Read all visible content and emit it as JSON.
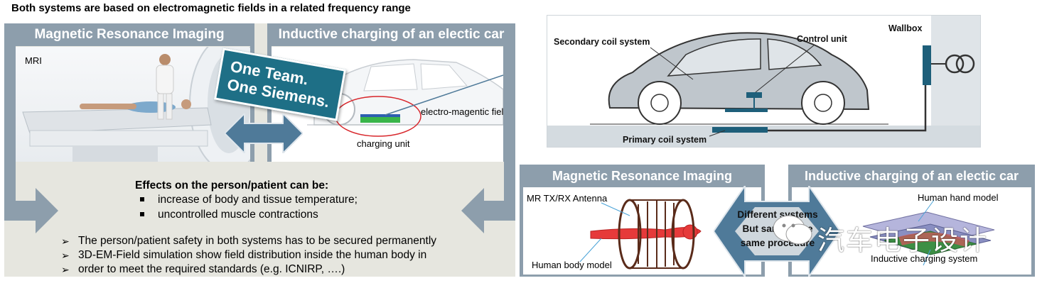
{
  "top_title": "Both systems are based on electromagnetic fields in a related frequency range",
  "left": {
    "mri_header": "Magnetic Resonance Imaging",
    "car_header": "Inductive charging of an electic car",
    "mri_label": "MRI",
    "badge_line1": "One Team.",
    "badge_line2": "One Siemens.",
    "field_label": "electro-magentic field",
    "charging_unit_label": "charging unit",
    "effects_title": "Effects on the person/patient can be:",
    "effects": [
      "increase of body and tissue temperature;",
      "uncontrolled muscle contractions"
    ],
    "conclusions": [
      "The person/patient safety in both systems has to be secured permanently",
      "3D-EM-Field simulation show field distribution inside the human body in",
      "order to meet the required standards (e.g. ICNIRP, ….)"
    ]
  },
  "right_top": {
    "secondary_coil": "Secondary coil system",
    "control_unit": "Control unit",
    "wallbox": "Wallbox",
    "primary_coil": "Primary coil system"
  },
  "right_bottom": {
    "mri_header": "Magnetic Resonance Imaging",
    "car_header": "Inductive charging of an electic car",
    "antenna_label": "MR TX/RX Antenna",
    "body_label": "Human body model",
    "center_line1": "Different systems",
    "center_line2": "But same issue",
    "center_line3": "same procedure",
    "hand_label": "Human hand model",
    "charging_label": "Inductive charging system"
  },
  "watermark": "汽车电子设计",
  "colors": {
    "header": "#8d9eac",
    "grey_bg": "#e6e6df",
    "arrow": "#4f7a99",
    "badge": "#1e6f86",
    "diagram_bg": "#d4dbe0"
  }
}
